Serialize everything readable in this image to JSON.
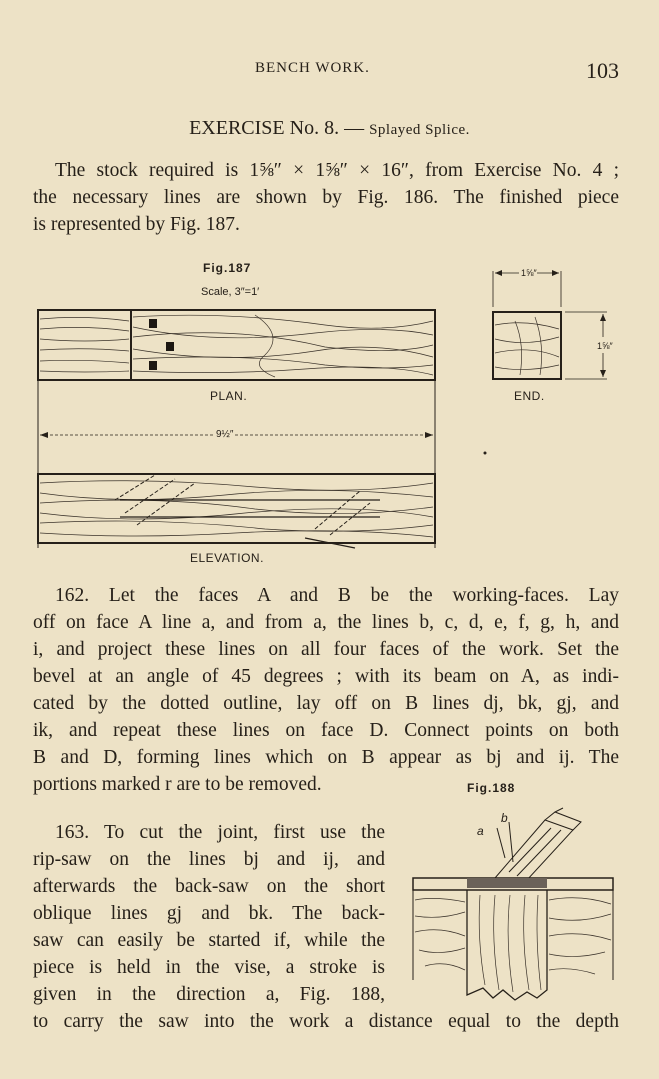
{
  "header": {
    "running_head": "BENCH WORK.",
    "page_number": "103"
  },
  "exercise": {
    "prefix": "EXERCISE ",
    "no": "No. 8.",
    "dash": " — ",
    "title": "Splayed Splice."
  },
  "intro": {
    "lines": [
      "The stock required is 1⅝″ × 1⅝″ × 16″, from Exercise No. 4 ;",
      "the necessary lines are shown by Fig. 186.  The finished piece",
      "is represented by Fig. 187."
    ]
  },
  "figure187": {
    "caption": "Fig.187",
    "scale": "Scale, 3″=1′",
    "plan_label": "PLAN.",
    "end_label": "END.",
    "elevation_label": "ELEVATION.",
    "dim_length": "9½″",
    "dim_end_width": "1⅝″",
    "dim_end_height": "1⅝″"
  },
  "para162": {
    "lines": [
      "162.  Let the faces A and B be the working-faces.  Lay",
      "off on face A line a, and from a, the lines b, c, d, e, f, g, h, and",
      "i, and project these lines on all four faces of the work.  Set the",
      "bevel at an angle of 45 degrees ; with its beam on A, as indi-",
      "cated by the dotted outline, lay off on B lines dj, bk, gj, and",
      "ik, and repeat these lines on face D.  Connect points on both",
      "B and D, forming lines which on B appear as bj and ij.  The",
      "portions marked r are to be removed."
    ]
  },
  "figure188": {
    "caption": "Fig.188",
    "label_a": "a",
    "label_b": "b"
  },
  "para163": {
    "lines": [
      "163.  To cut the joint, first use the",
      "rip-saw on the lines bj and ij, and",
      "afterwards the back-saw on the short",
      "oblique lines gj and bk.  The back-",
      "saw can easily be started if, while the",
      "piece is held in the vise, a stroke is",
      "given in the direction a, Fig. 188,",
      "to carry the saw into the work a distance equal to the depth"
    ]
  }
}
